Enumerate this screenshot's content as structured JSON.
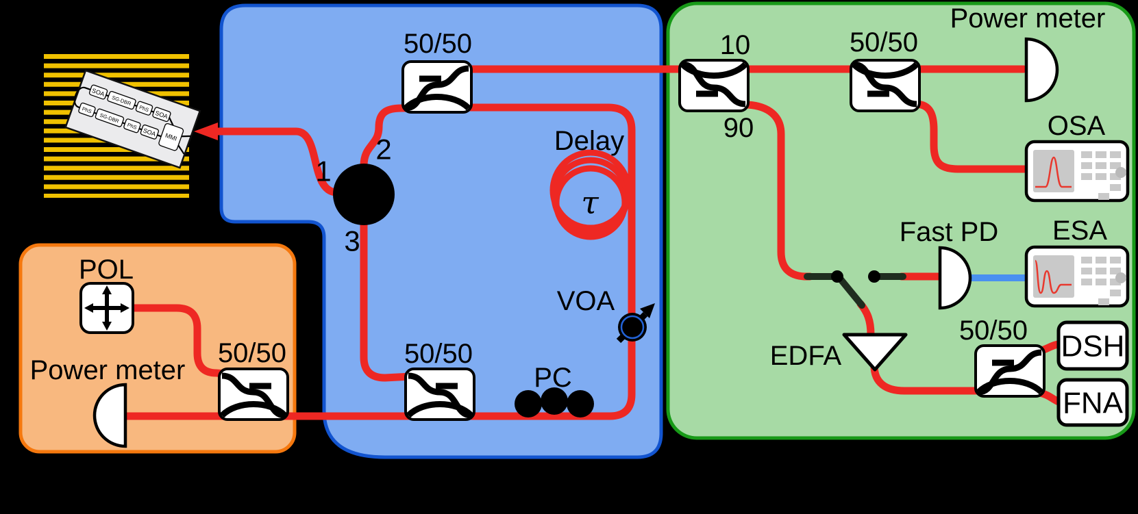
{
  "colors": {
    "background": "#000000",
    "blue_box_fill": "#7FACF2",
    "blue_box_border": "#1254CF",
    "orange_box_fill": "#F8B87F",
    "orange_box_border": "#F5780E",
    "green_box_fill": "#A7DAA5",
    "green_box_border": "#189A18",
    "fiber_red": "#EE2823",
    "rf_cable_blue": "#4A90F0",
    "chip_stripe_gold": "#F0C100",
    "instrument_screen_gray": "#C9C9C9"
  },
  "laser_chip": {
    "top_row": [
      "SOA",
      "SG-DBR",
      "PhS",
      "SOA"
    ],
    "bottom_row": [
      "PhS",
      "SG-DBR",
      "PhS",
      "SOA"
    ],
    "output_block": "MMI"
  },
  "blue_section": {
    "coupler_top": "50/50",
    "coupler_bottom": "50/50",
    "circulator_ports": {
      "p1": "1",
      "p2": "2",
      "p3": "3"
    },
    "delay_label": "Delay",
    "delay_symbol": "τ",
    "voa_label": "VOA",
    "pc_label": "PC"
  },
  "orange_section": {
    "pol_label": "POL",
    "power_meter_label": "Power meter",
    "coupler": "50/50"
  },
  "green_section": {
    "tap_ratio_top": "10",
    "tap_ratio_bottom": "90",
    "coupler_top": "50/50",
    "power_meter_label": "Power meter",
    "osa_label": "OSA",
    "esa_label": "ESA",
    "fast_pd_label": "Fast PD",
    "edfa_label": "EDFA",
    "coupler_bottom": "50/50",
    "dsh_label": "DSH",
    "fna_label": "FNA"
  }
}
